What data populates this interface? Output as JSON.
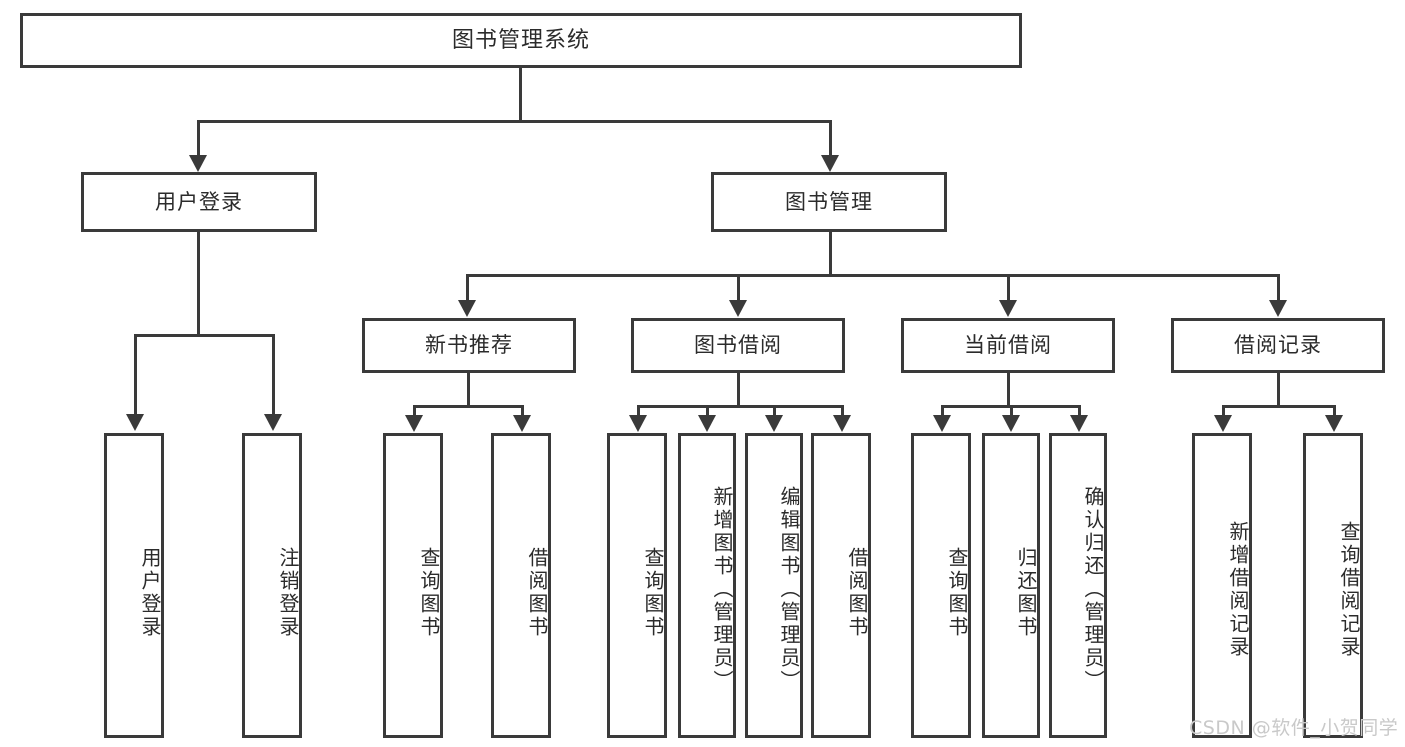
{
  "diagram": {
    "type": "hierarchy-tree",
    "title": "图书管理系统",
    "root": {
      "label": "图书管理系统"
    },
    "level1": [
      {
        "label": "用户登录"
      },
      {
        "label": "图书管理"
      }
    ],
    "level2": [
      {
        "label": "新书推荐"
      },
      {
        "label": "图书借阅"
      },
      {
        "label": "当前借阅"
      },
      {
        "label": "借阅记录"
      }
    ],
    "leaves": {
      "user_login": [
        {
          "label": "用户登录"
        },
        {
          "label": "注销登录"
        }
      ],
      "new_book_recommend": [
        {
          "label": "查询图书"
        },
        {
          "label": "借阅图书"
        }
      ],
      "book_borrow": [
        {
          "label": "查询图书"
        },
        {
          "label": "新增图书（管理员）"
        },
        {
          "label": "编辑图书（管理员）"
        },
        {
          "label": "借阅图书"
        }
      ],
      "current_borrow": [
        {
          "label": "查询图书"
        },
        {
          "label": "归还图书"
        },
        {
          "label": "确认归还（管理员）"
        }
      ],
      "borrow_record": [
        {
          "label": "新增借阅记录"
        },
        {
          "label": "查询借阅记录"
        }
      ]
    }
  },
  "watermark": {
    "text": "CSDN @软件_小贺同学"
  },
  "colors": {
    "stroke": "#3a3a3a",
    "text": "#2b2b2b",
    "background": "#ffffff",
    "watermark": "#c9c9c9"
  }
}
